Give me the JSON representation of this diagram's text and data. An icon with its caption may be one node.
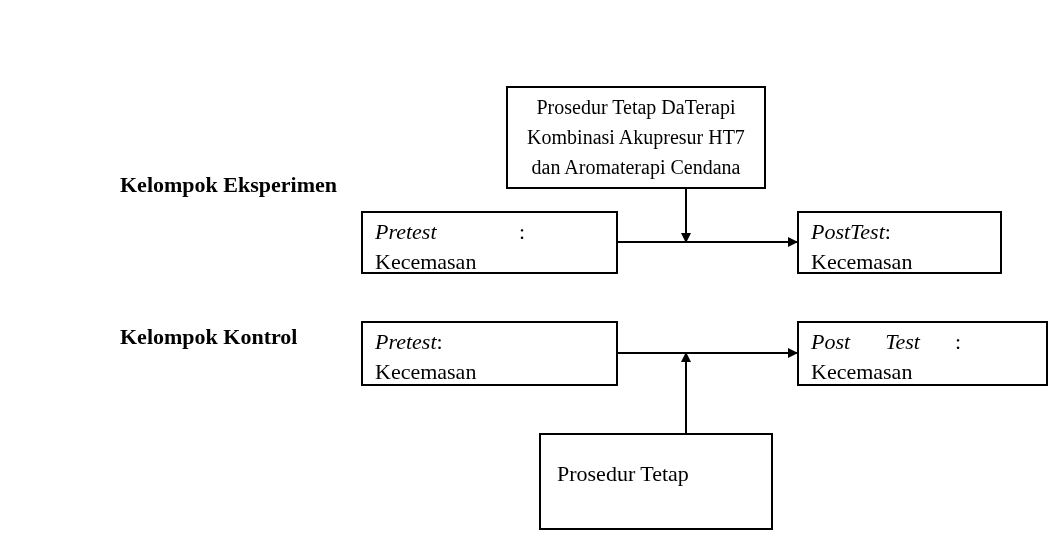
{
  "diagram": {
    "nodes": [
      {
        "text": [
          "Prosedur Tetap DaTerapi Kombinasi Akupresur HT7 dan Aromaterapi Cendana"
        ]
      },
      {
        "text": [
          "*Pretest* : Kecemasan"
        ]
      },
      {
        "text": [
          "*PostTest*: Kecemasan"
        ]
      },
      {
        "text": [
          "*Pretest*: Kecemasan"
        ]
      },
      {
        "text": [
          "*Post Test* : Kecemasan"
        ]
      },
      {
        "text": [
          "Prosedur Tetap"
        ]
      }
    ],
    "edges": [
      {
        "from": 1,
        "to": 2,
        "arrow": "to"
      },
      {
        "from": 0,
        "to": null,
        "arrow": "to"
      },
      {
        "from": 3,
        "to": 4,
        "arrow": "to"
      },
      {
        "from": 5,
        "to": null,
        "arrow": "to"
      }
    ],
    "labels": [
      "Kelompok Eksperimen",
      "Kelompok Kontrol"
    ]
  }
}
